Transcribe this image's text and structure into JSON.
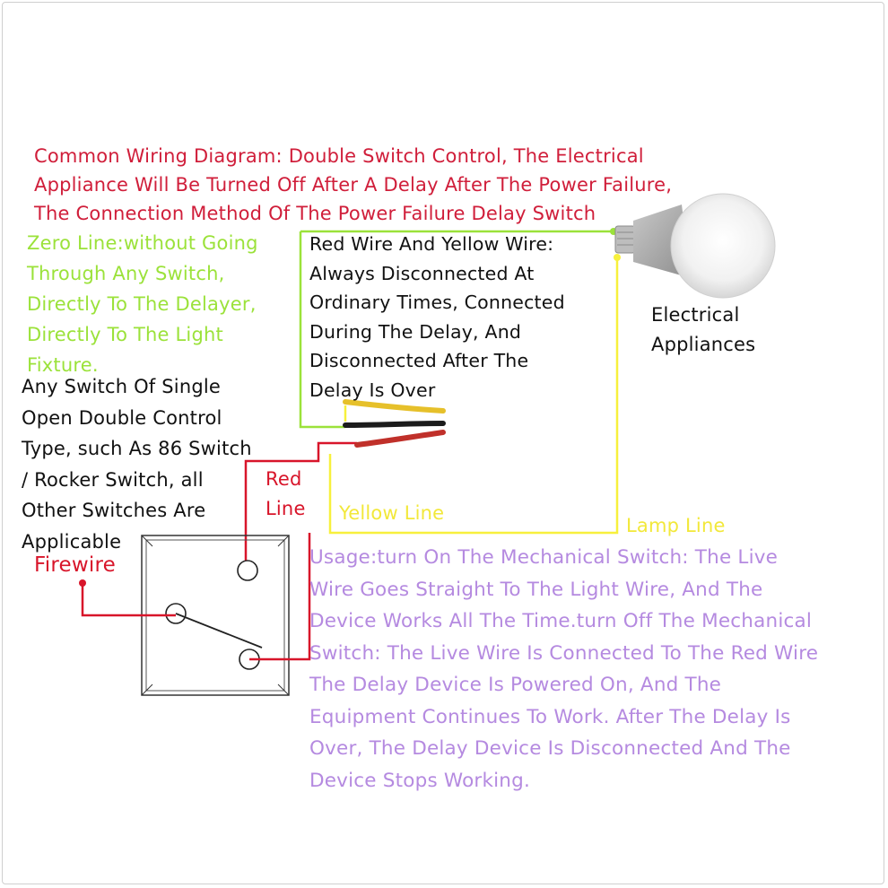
{
  "colors": {
    "title": "#d01e3a",
    "zero_line": "#9be23a",
    "red_wire": "#d8152a",
    "yellow_wire": "#f7f03c",
    "black_wire": "#1c1c1c",
    "usage": "#b58ae0",
    "label": "#111111",
    "switch_box": "#333333"
  },
  "title": "Common Wiring Diagram: Double Switch Control, The Electrical\nAppliance Will Be Turned Off After A Delay After The Power Failure,\nThe Connection Method Of The Power Failure Delay Switch",
  "zero_line_note": "Zero Line:without Going\nThrough Any Switch,\nDirectly To The Delayer,\nDirectly To The Light\nFixture.",
  "red_yellow_note": "Red Wire And Yellow Wire:\nAlways Disconnected At\nOrdinary Times, Connected\nDuring The Delay, And\nDisconnected After The\nDelay Is Over",
  "appliance_label": "Electrical\nAppliances",
  "any_switch_note": "Any Switch Of Single\nOpen Double Control\nType, such As 86 Switch\n/ Rocker Switch, all\nOther Switches Are\nApplicable",
  "red_line_label": "Red\nLine",
  "yellow_line_label": "Yellow Line",
  "lamp_line_label": "Lamp Line",
  "firewire_label": "Firewire",
  "usage_note": "Usage:turn On The Mechanical Switch: The Live\nWire Goes Straight To The Light Wire, And The\nDevice Works All The Time.turn Off The Mechanical\nSwitch: The Live Wire Is Connected To The Red Wire\nThe Delay Device Is Powered On, And The\nEquipment Continues To Work. After The Delay Is\nOver, The Delay Device Is Disconnected And The\nDevice Stops Working.",
  "icons": {
    "bulb": "light-bulb-icon",
    "switch": "rocker-switch-icon"
  }
}
